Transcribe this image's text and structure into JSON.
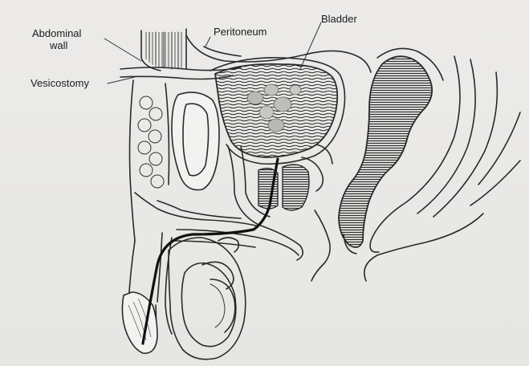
{
  "labels": {
    "abdominal_wall_line1": "Abdominal",
    "abdominal_wall_line2": "wall",
    "peritoneum": "Peritoneum",
    "bladder": "Bladder",
    "vesicostomy": "Vesicostomy"
  },
  "colors": {
    "background": "#e9e9e7",
    "ink": "#2a2a2a",
    "catheter": "#111111"
  }
}
